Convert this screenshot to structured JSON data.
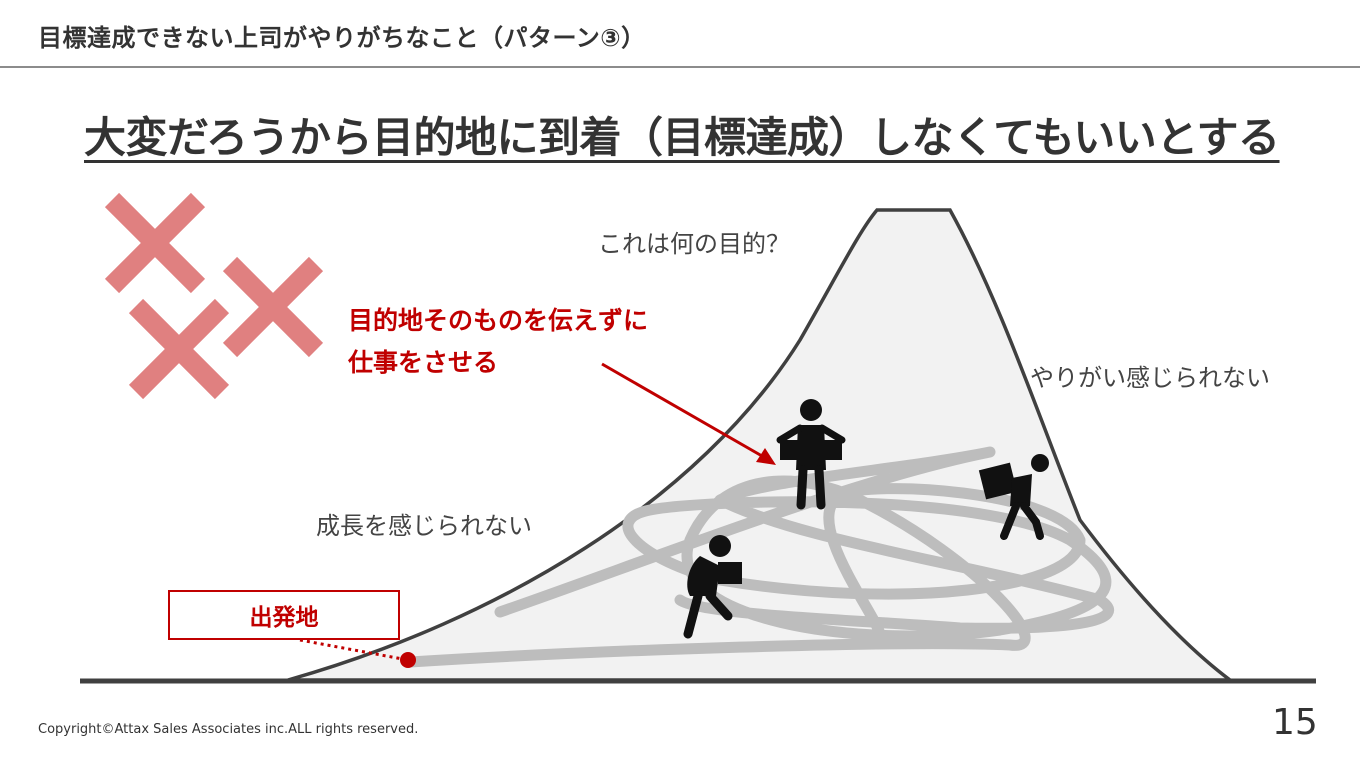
{
  "header": {
    "title": "目標達成できない上司がやりがちなこと（パターン③）"
  },
  "slide": {
    "heading": "大変だろうから目的地に到着（目標達成）しなくてもいいとする",
    "question_text": "これは何の目的？",
    "motivation_text": "やりがい感じられない",
    "growth_text": "成長を感じられない",
    "callout_line1": "目的地そのものを伝えずに",
    "callout_line2": "仕事をさせる",
    "start_label": "出発地"
  },
  "footer": {
    "copyright": "Copyright©Attax Sales Associates inc.ALL rights reserved.",
    "page_number": "15"
  },
  "colors": {
    "accent_red": "#c00000",
    "cross_pink": "#e08080",
    "mountain_fill": "#f2f2f2",
    "path_gray": "#bdbdbd",
    "outline": "#404040"
  },
  "icons": [
    "cross-mark-icon",
    "person-carrying-boxes-icon",
    "person-holding-box-icon",
    "person-crouching-box-icon"
  ]
}
